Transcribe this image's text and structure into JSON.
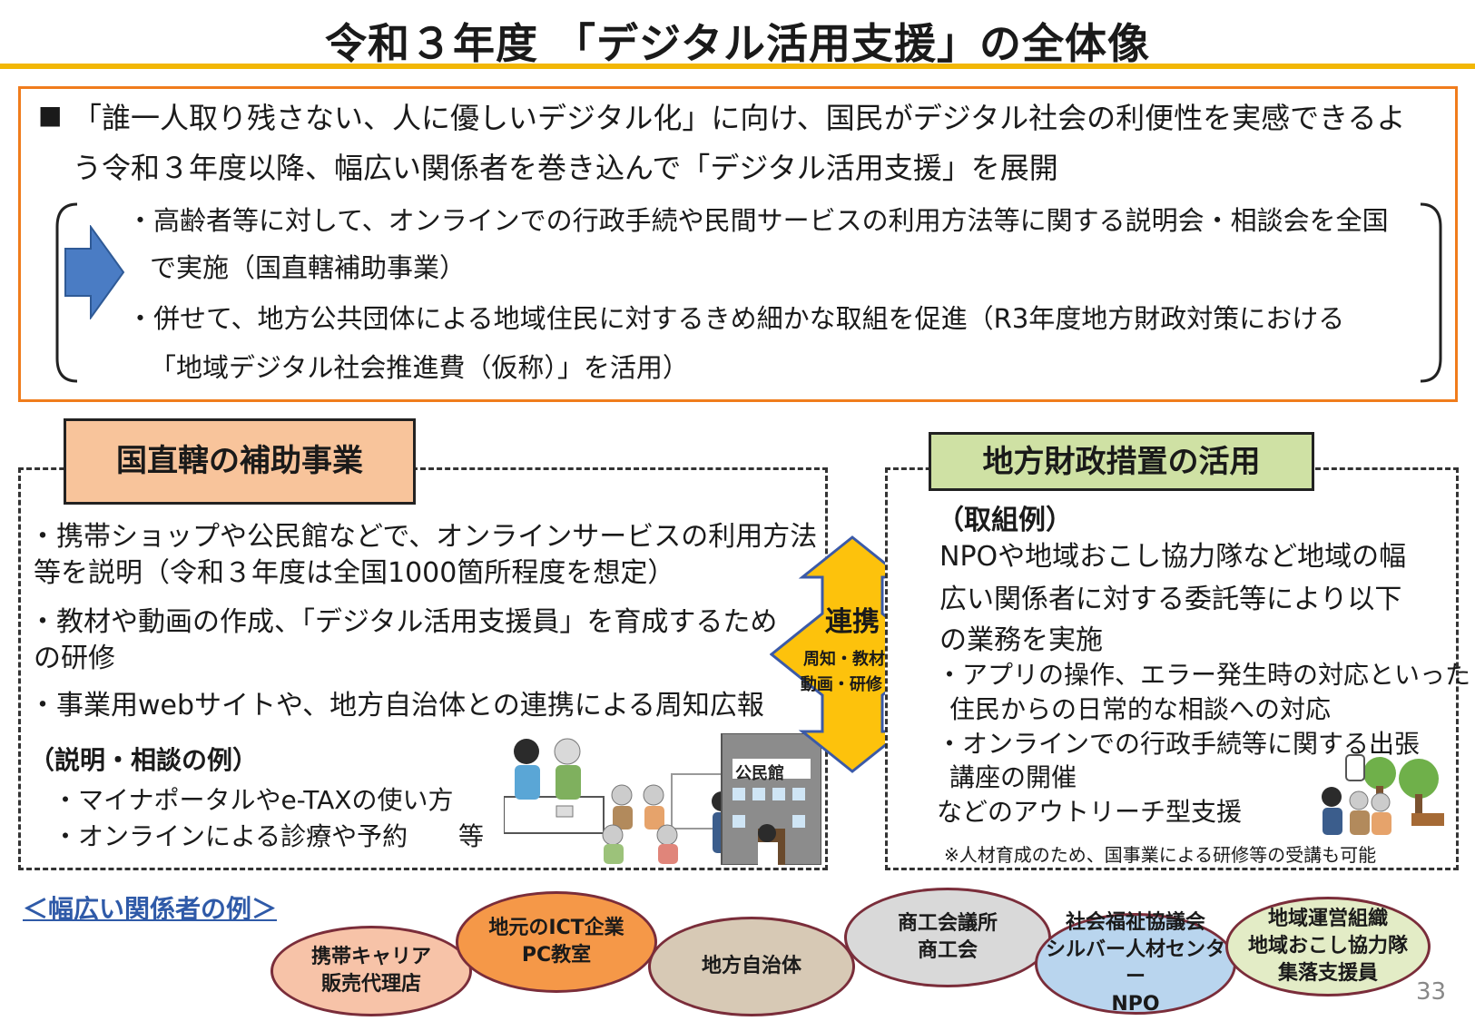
{
  "title": "令和３年度 「デジタル活用支援」の全体像",
  "summary": {
    "bullet": "■",
    "lead_line1": "「誰一人取り残さない、人に優しいデジタル化」に向け、国民がデジタル社会の利便性を実感できるよ",
    "lead_line2": "う令和３年度以降、幅広い関係者を巻き込んで「デジタル活用支援」を展開",
    "items": [
      {
        "line1": "・高齢者等に対して、オンラインでの行政手続や民間サービスの利用方法等に関する説明会・相談会を全国",
        "line2": "で実施（国直轄補助事業）"
      },
      {
        "line1": "・併せて、地方公共団体による地域住民に対するきめ細かな取組を促進（R3年度地方財政対策における",
        "line2": "「地域デジタル社会推進費（仮称）」を活用）"
      }
    ]
  },
  "left_panel": {
    "tag": "国直轄の補助事業",
    "lines": [
      "・携帯ショップや公民館などで、オンラインサービスの利用方法",
      "等を説明（令和３年度は全国1000箇所程度を想定）",
      "・教材や動画の作成、「デジタル活用支援員」を育成するため",
      "の研修",
      "・事業用webサイトや、地方自治体との連携による周知広報"
    ],
    "example_heading": "（説明・相談の例）",
    "examples": [
      "・マイナポータルやe-TAXの使い方",
      "・オンラインによる診療や予約"
    ],
    "examples_suffix": "等",
    "building_sign": "公民館"
  },
  "center_arrow": {
    "label": "連携",
    "sub_line1": "周知・教材・",
    "sub_line2": "動画・研修 等"
  },
  "right_panel": {
    "tag": "地方財政措置の活用",
    "heading": "（取組例）",
    "lines": [
      "NPOや地域おこし協力隊など地域の幅",
      "広い関係者に対する委託等により以下",
      "の業務を実施"
    ],
    "sub_lines": [
      "・アプリの操作、エラー発生時の対応といった",
      "住民からの日常的な相談への対応",
      "・オンラインでの行政手続等に関する出張",
      "講座の開催",
      "などのアウトリーチ型支援"
    ],
    "note": "※人材育成のため、国事業による研修等の受講も可能"
  },
  "stakeholders": {
    "heading": "＜幅広い関係者の例＞",
    "ovals": [
      {
        "lines": [
          "携帯キャリア",
          "販売代理店"
        ],
        "color": "#f7c3a8"
      },
      {
        "lines": [
          "地元のICT企業",
          "PC教室"
        ],
        "color": "#f59848"
      },
      {
        "lines": [
          "地方自治体"
        ],
        "color": "#d7c9b5"
      },
      {
        "lines": [
          "商工会議所",
          "商工会"
        ],
        "color": "#d9d9d9"
      },
      {
        "lines": [
          "社会福祉協議会",
          "シルバー人材センター",
          "NPO"
        ],
        "color": "#b9d5ee"
      },
      {
        "lines": [
          "地域運営組織",
          "地域おこし協力隊",
          "集落支援員"
        ],
        "color": "#e3ecc6"
      }
    ]
  },
  "page_number": "33",
  "colors": {
    "title_rule": "#f2b705",
    "summary_border": "#f07c1c",
    "left_tag": "#f8c49b",
    "right_tag": "#cfe1a4",
    "arrow": "#fdc20c",
    "oval_border": "#7a2d3a",
    "blue_arrow": "#4a7cc4",
    "heading_link": "#2f5aa8"
  }
}
